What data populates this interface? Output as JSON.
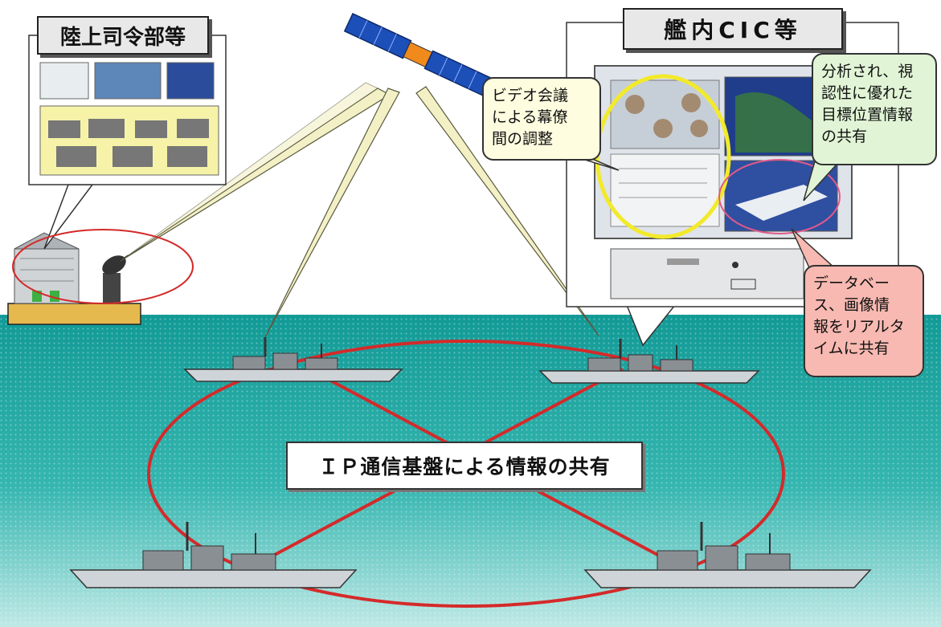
{
  "labels": {
    "land_hq_title": "陸上司令部等",
    "ship_cic_title": "艦内CIC等",
    "video_conf_callout": "ビデオ会議\nによる幕僚\n間の調整",
    "analysis_callout": "分析され、視\n認性に優れた\n目標位置情報\nの共有",
    "database_callout": "データベー\nス、画像情\n報をリアルタ\nイムに共有",
    "ip_network_label": "ＩＰ通信基盤による情報の共有"
  },
  "colors": {
    "sea": "#17a8a2",
    "network_ring": "#d42a2a",
    "radio_beam": "#f3f0c6",
    "video_callout_fill": "#fffde0",
    "analysis_callout_fill": "#e1f5d6",
    "database_callout_fill": "#f7b9b1"
  },
  "icons": {
    "satellite": "satellite-icon",
    "ground_station": "ground-station-icon",
    "ship": "destroyer-ship-icon"
  }
}
